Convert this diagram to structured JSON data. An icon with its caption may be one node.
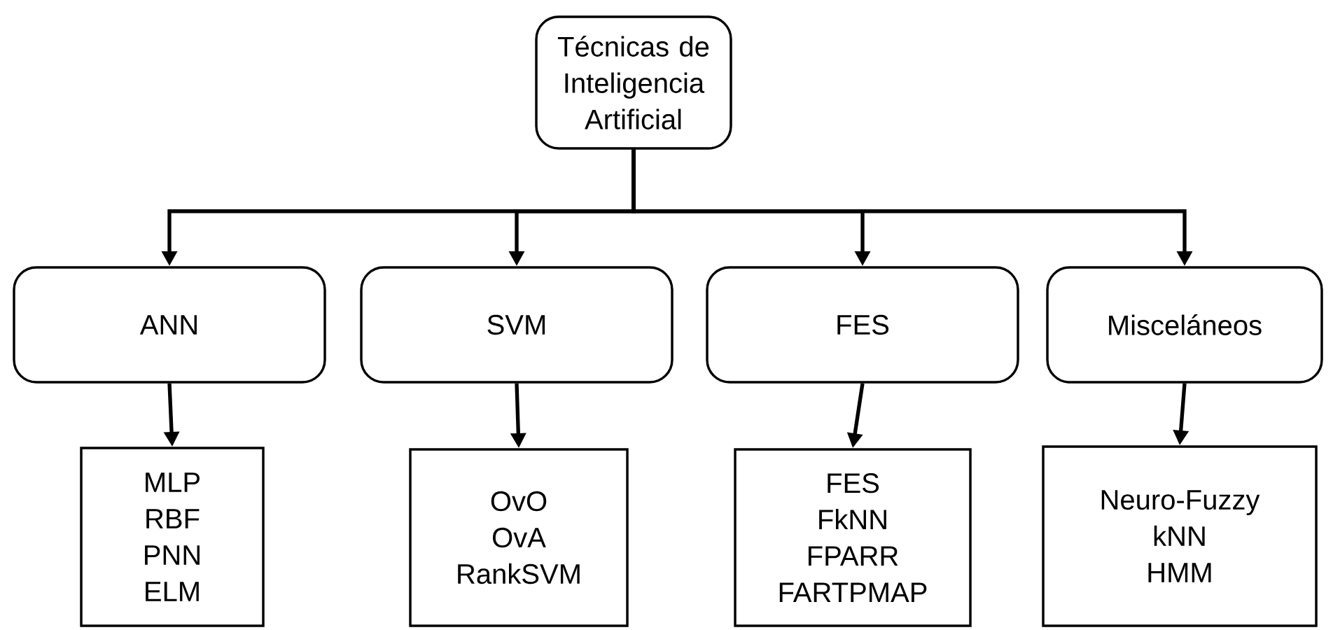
{
  "diagram": {
    "nodes": [
      {
        "text": [
          "Técnicas de Inteligencia Artificial"
        ]
      },
      {
        "text": [
          "ANN"
        ]
      },
      {
        "text": [
          "SVM"
        ]
      },
      {
        "text": [
          "FES"
        ]
      },
      {
        "text": [
          "Misceláneos"
        ]
      },
      {
        "text": [
          "MLP",
          "RBF",
          "PNN",
          "ELM"
        ]
      },
      {
        "text": [
          "OvO",
          "OvA",
          "RankSVM"
        ]
      },
      {
        "text": [
          "FES",
          "FkNN",
          "FPARR",
          "FARTPMAP"
        ]
      },
      {
        "text": [
          "Neuro-Fuzzy",
          "kNN",
          "HMM"
        ]
      }
    ],
    "edges": [
      {
        "from": 0,
        "to": 1,
        "arrow": "to"
      },
      {
        "from": 0,
        "to": 2,
        "arrow": "to"
      },
      {
        "from": 0,
        "to": 3,
        "arrow": "to"
      },
      {
        "from": 0,
        "to": 4,
        "arrow": "to"
      },
      {
        "from": 1,
        "to": 5,
        "arrow": "to"
      },
      {
        "from": 2,
        "to": 6,
        "arrow": "to"
      },
      {
        "from": 3,
        "to": 7,
        "arrow": "to"
      },
      {
        "from": 4,
        "to": 8,
        "arrow": "to"
      }
    ]
  }
}
